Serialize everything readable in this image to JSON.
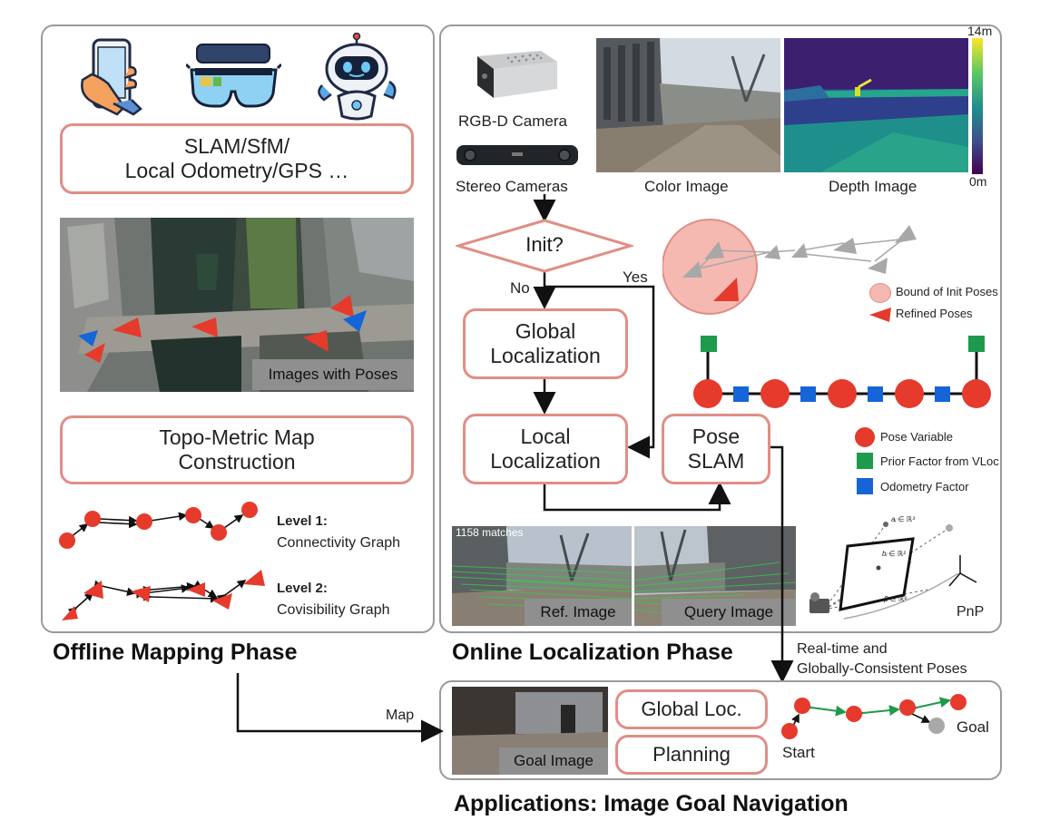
{
  "offline": {
    "phase_title": "Offline Mapping Phase",
    "slam_box": "SLAM/SfM/\nLocal Odometry/GPS …",
    "images_caption": "Images with Poses",
    "map_box": "Topo-Metric Map\nConstruction",
    "level1_title": "Level 1:",
    "level1_desc": "Connectivity Graph",
    "level2_title": "Level 2:",
    "level2_desc": "Covisibility Graph",
    "devices": [
      "phone-icon",
      "smart-glasses-icon",
      "robot-icon"
    ]
  },
  "online": {
    "phase_title": "Online Localization Phase",
    "rgbd_label": "RGB-D Camera",
    "stereo_label": "Stereo Cameras",
    "color_image_label": "Color Image",
    "depth_image_label": "Depth Image",
    "depth_max": "14m",
    "depth_min": "0m",
    "init_label": "Init?",
    "no_label": "No",
    "yes_label": "Yes",
    "global_loc_box": "Global\nLocalization",
    "local_loc_box": "Local\nLocalization",
    "pose_slam_box": "Pose\nSLAM",
    "legend_init_bound": "Bound of Init Poses",
    "legend_refined": "Refined Poses",
    "legend_pose_var": "Pose Variable",
    "legend_prior": "Prior Factor from VLoc",
    "legend_odom": "Odometry Factor",
    "matches_label": "1158 matches",
    "ref_image_caption": "Ref. Image",
    "query_image_caption": "Query Image",
    "pnp_label": "PnP",
    "pnp_a": "aᵢ ∈ ℝ³",
    "pnp_b": "bᵢ ∈ ℝ²",
    "pnp_beta": "β ∈ ℝ⁶",
    "output_label": "Real-time and\nGlobally-Consistent Poses"
  },
  "applications": {
    "title": "Applications: Image Goal Navigation",
    "map_label": "Map",
    "goal_image_caption": "Goal Image",
    "global_loc_box": "Global Loc.",
    "planning_box": "Planning",
    "start_label": "Start",
    "goal_label": "Goal"
  },
  "colors": {
    "panel_border": "#9a9a9a",
    "box_border": "#e08e86",
    "pose_red": "#e53a2c",
    "prior_green": "#1e9a4c",
    "odom_blue": "#1565d8",
    "gray_pose": "#a8a8a8",
    "init_bound_fill": "#f5b9b2"
  }
}
